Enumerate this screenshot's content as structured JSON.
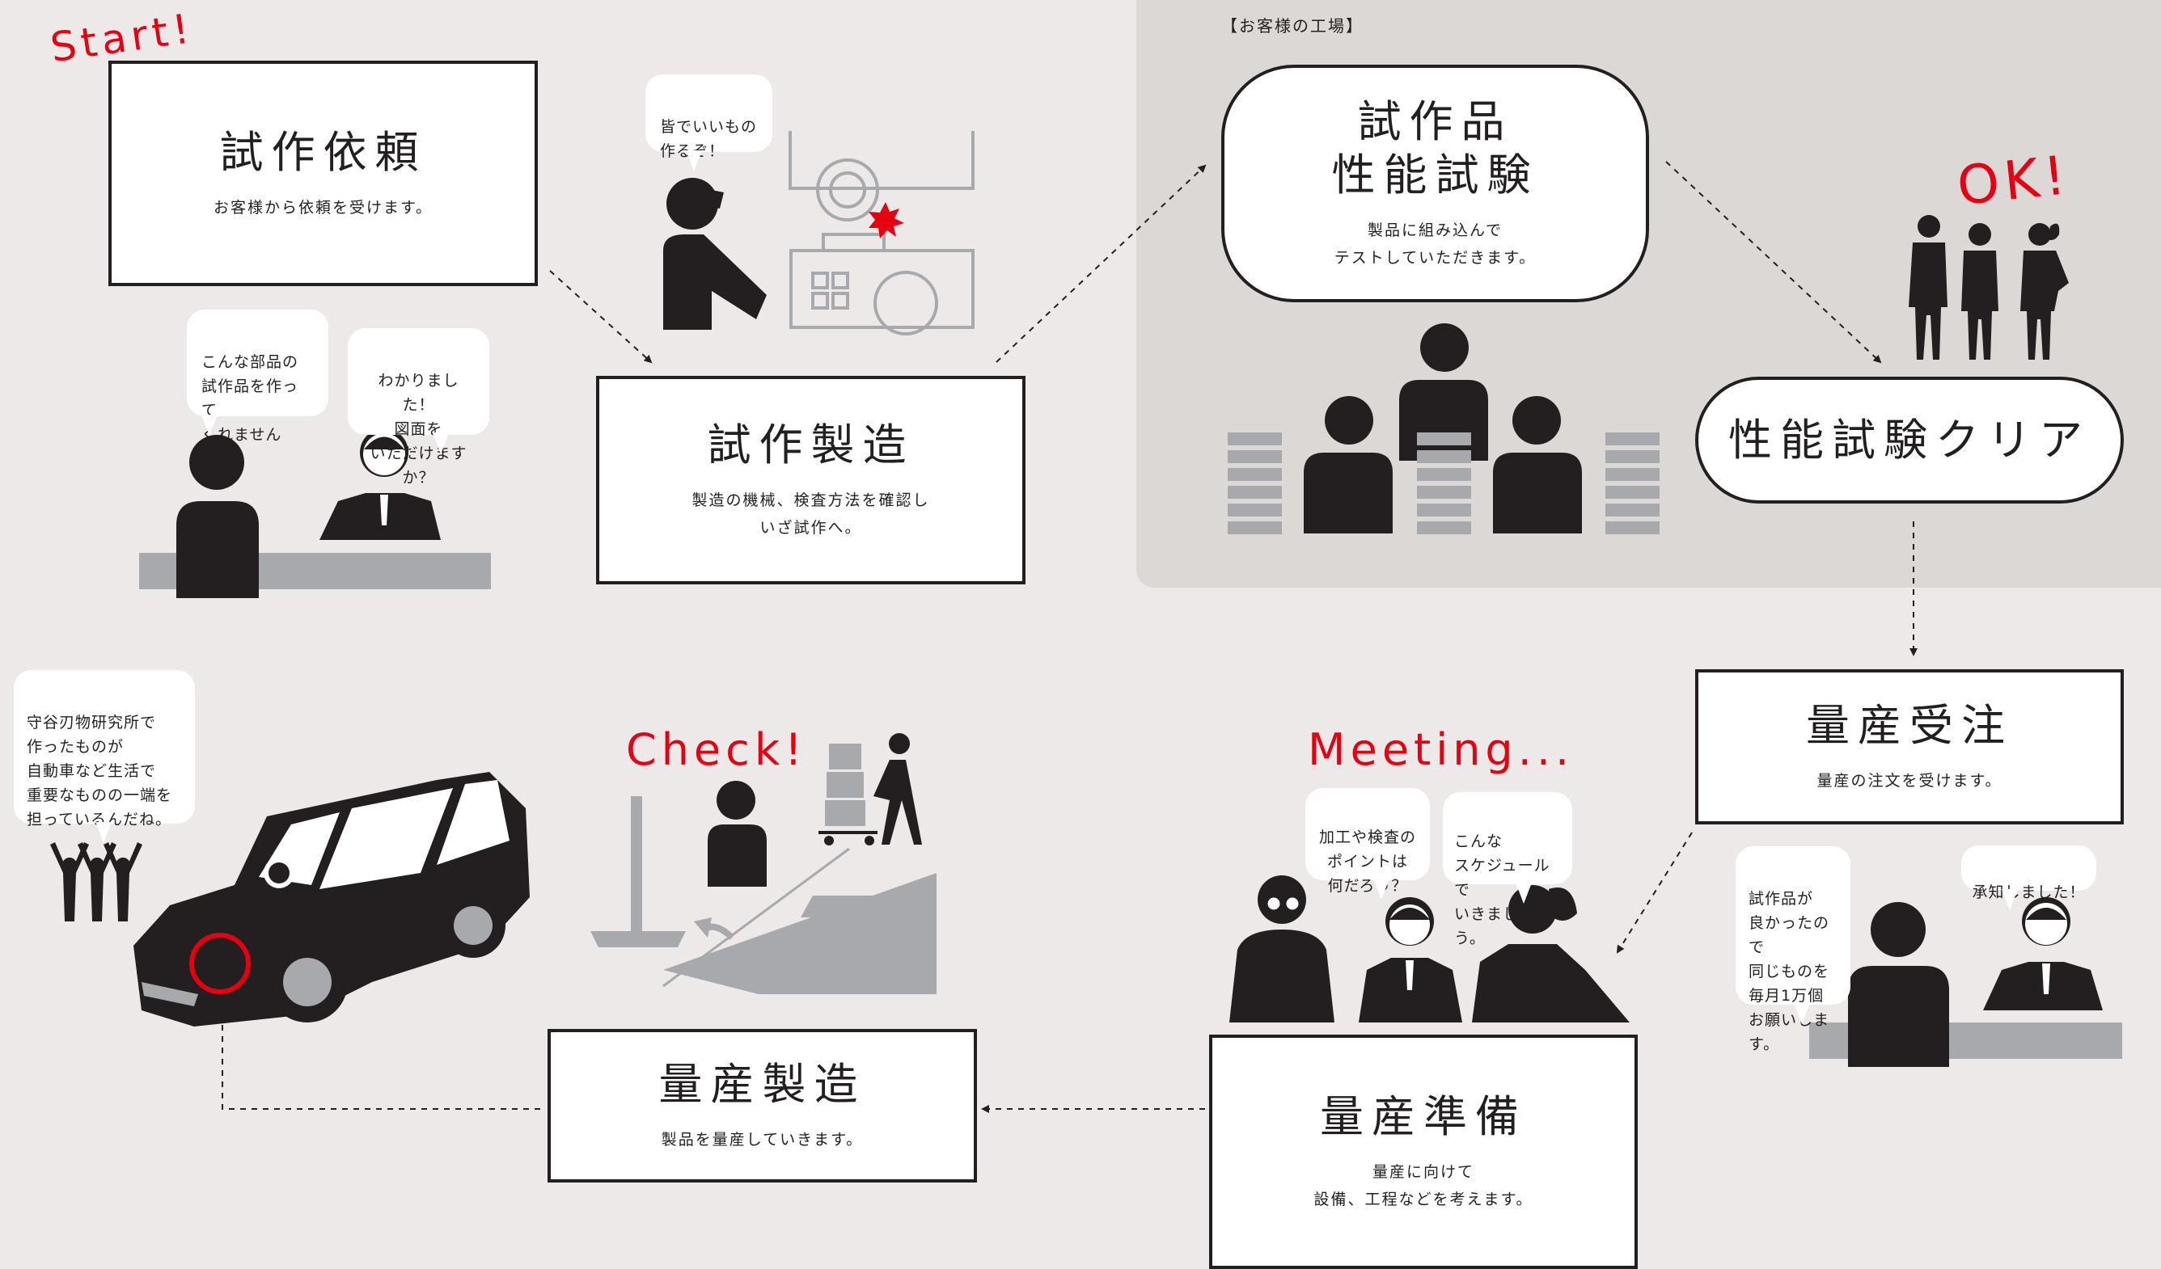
{
  "factory_label": "【お客様の工場】",
  "labels": {
    "start": "Start!",
    "ok": "OK!",
    "check": "Check!",
    "meeting": "Meeting..."
  },
  "steps": {
    "request": {
      "title": "試作依頼",
      "sub": "お客様から依頼を受けます。"
    },
    "prototype": {
      "title": "試作製造",
      "sub": "製造の機械、検査方法を確認し\nいざ試作へ。"
    },
    "test": {
      "title": "試作品\n性能試験",
      "sub": "製品に組み込んで\nテストしていただきます。"
    },
    "clear": {
      "title": "性能試験クリア"
    },
    "order": {
      "title": "量産受注",
      "sub": "量産の注文を受けます。"
    },
    "prep": {
      "title": "量産準備",
      "sub": "量産に向けて\n設備、工程などを考えます。"
    },
    "mass": {
      "title": "量産製造",
      "sub": "製品を量産していきます。"
    }
  },
  "bubbles": {
    "b1": "こんな部品の\n試作品を作って\nくれませんか？",
    "b2": "わかりました！\n図面を\nいただけますか？",
    "b3": "皆でいいもの\n作るぞ！",
    "b4": "試作品が\n良かったので\n同じものを\n毎月1万個\nお願いします。",
    "b5": "承知しました！",
    "b6": "加工や検査の\nポイントは\n何だろう？",
    "b7": "こんな\nスケジュールで\nいきましょう。",
    "b8": "守谷刃物研究所で\n作ったものが\n自動車など生活で\n重要なものの一端を\n担っているんだね。"
  },
  "colors": {
    "accent": "#e60012",
    "ink": "#231f20",
    "gray": "#a7a9ac",
    "bg": "#ece9e8",
    "panel": "#dcd8d6"
  }
}
